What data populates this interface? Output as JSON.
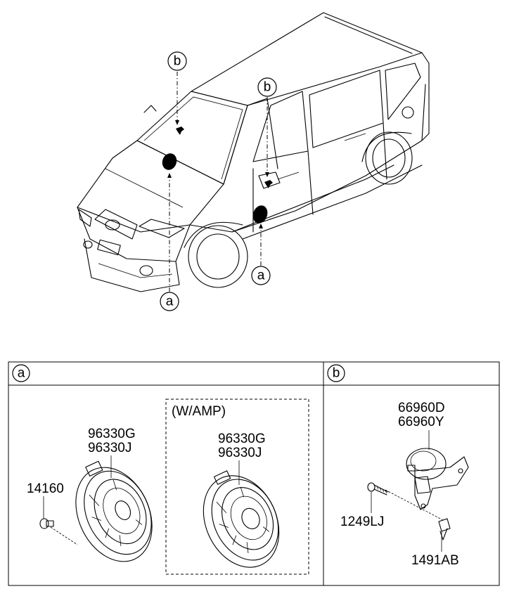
{
  "callouts": {
    "a": "a",
    "b": "b"
  },
  "section_a": {
    "header": "a",
    "amp_label": "(W/AMP)",
    "speaker_part_1": "96330G",
    "speaker_part_2": "96330J",
    "amp_speaker_part_1": "96330G",
    "amp_speaker_part_2": "96330J",
    "screw_part": "14160"
  },
  "section_b": {
    "header": "b",
    "tweeter_part_1": "66960D",
    "tweeter_part_2": "66960Y",
    "bolt_part": "1249LJ",
    "clip_part": "1491AB"
  }
}
